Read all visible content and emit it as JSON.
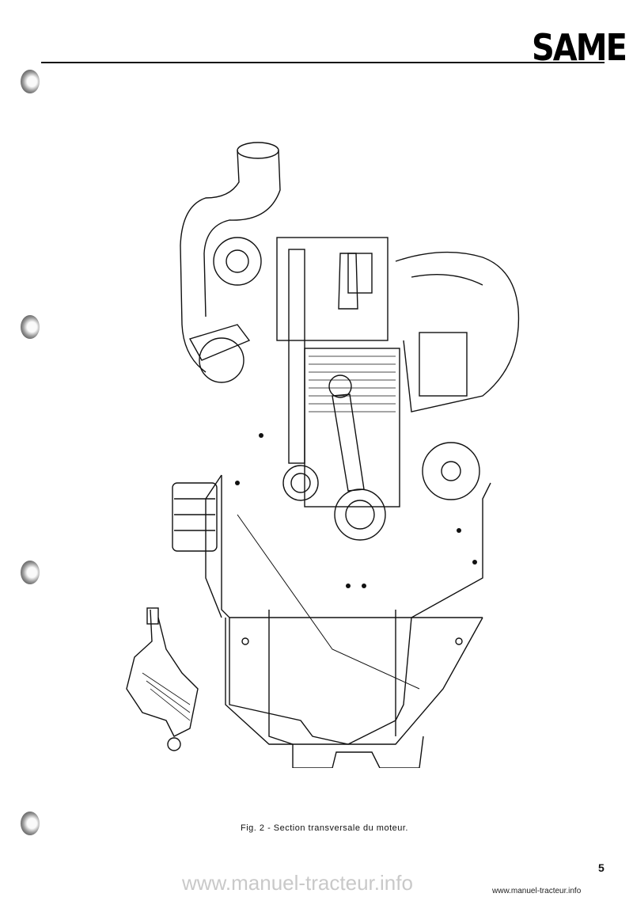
{
  "header": {
    "brand": "SAME"
  },
  "figure": {
    "caption": "Fig. 2 - Section transversale du moteur."
  },
  "footer": {
    "page_number": "5",
    "watermark": "www.manuel-tracteur.info",
    "watermark_small": "www.manuel-tracteur.info"
  }
}
